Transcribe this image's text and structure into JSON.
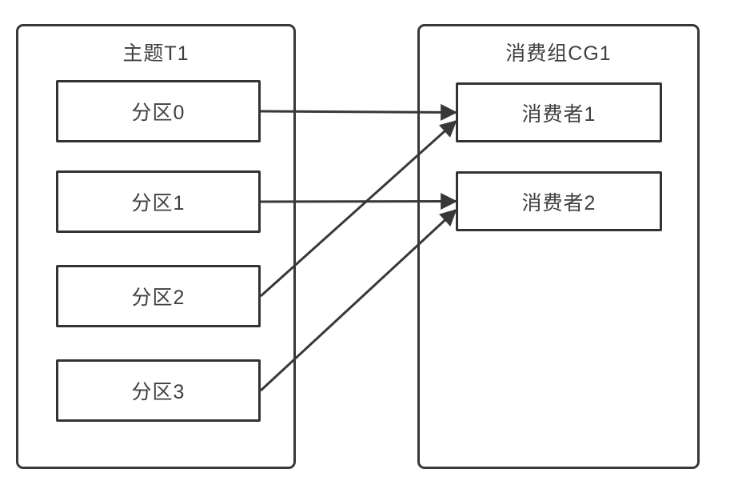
{
  "diagram": {
    "topic": {
      "title": "主题T1",
      "partitions": [
        {
          "id": "partition-0",
          "label": "分区0"
        },
        {
          "id": "partition-1",
          "label": "分区1"
        },
        {
          "id": "partition-2",
          "label": "分区2"
        },
        {
          "id": "partition-3",
          "label": "分区3"
        }
      ]
    },
    "consumer_group": {
      "title": "消费组CG1",
      "consumers": [
        {
          "id": "consumer-1",
          "label": "消费者1"
        },
        {
          "id": "consumer-2",
          "label": "消费者2"
        }
      ]
    },
    "edges": [
      {
        "from": "partition-0",
        "to": "consumer-1"
      },
      {
        "from": "partition-1",
        "to": "consumer-2"
      },
      {
        "from": "partition-2",
        "to": "consumer-1"
      },
      {
        "from": "partition-3",
        "to": "consumer-2"
      }
    ],
    "colors": {
      "stroke": "#383838",
      "text": "#404040",
      "background": "#ffffff"
    }
  }
}
